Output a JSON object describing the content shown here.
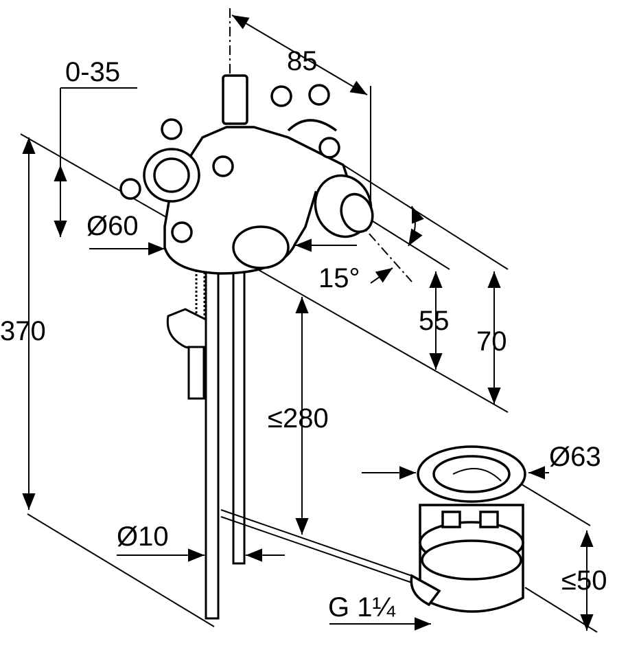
{
  "dimensions": {
    "width_85": "85",
    "range_0_35": "0-35",
    "dia_60": "Ø60",
    "angle_15": "15°",
    "height_55": "55",
    "height_70": "70",
    "height_370": "370",
    "max_280": "≤280",
    "dia_63": "Ø63",
    "max_50": "≤50",
    "dia_10": "Ø10",
    "thread_g": "G 1¼"
  }
}
